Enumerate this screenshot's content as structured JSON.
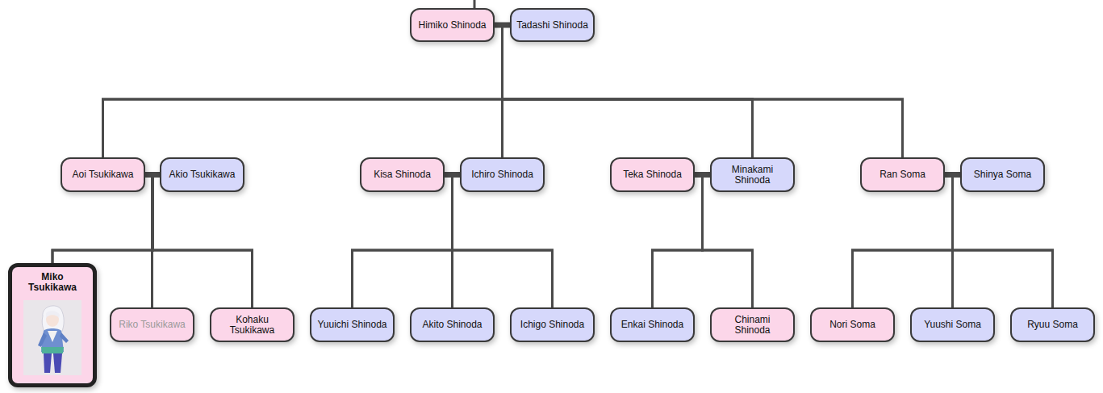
{
  "diagram": {
    "nodes": [
      {
        "text": [
          "Himiko Shinoda"
        ]
      },
      {
        "text": [
          "Tadashi Shinoda"
        ]
      },
      {
        "text": [
          "Aoi Tsukikawa"
        ]
      },
      {
        "text": [
          "Akio Tsukikawa"
        ]
      },
      {
        "text": [
          "Kisa Shinoda"
        ]
      },
      {
        "text": [
          "Ichiro Shinoda"
        ]
      },
      {
        "text": [
          "Teka Shinoda"
        ]
      },
      {
        "text": [
          "Minakami Shinoda"
        ]
      },
      {
        "text": [
          "Ran Soma"
        ]
      },
      {
        "text": [
          "Shinya Soma"
        ]
      },
      {
        "text": [
          "Miko Tsukikawa"
        ]
      },
      {
        "text": [
          "Riko Tsukikawa"
        ]
      },
      {
        "text": [
          "Kohaku Tsukikawa"
        ]
      },
      {
        "text": [
          "Yuuichi Shinoda"
        ]
      },
      {
        "text": [
          "Akito Shinoda"
        ]
      },
      {
        "text": [
          "Ichigo Shinoda"
        ]
      },
      {
        "text": [
          "Enkai Shinoda"
        ]
      },
      {
        "text": [
          "Chinami Shinoda"
        ]
      },
      {
        "text": [
          "Nori Soma"
        ]
      },
      {
        "text": [
          "Yuushi Soma"
        ]
      },
      {
        "text": [
          "Ryuu Soma"
        ]
      }
    ],
    "edges": [
      {
        "from": 0,
        "to": 1,
        "arrow": "none"
      },
      {
        "from": 2,
        "to": 3,
        "arrow": "none"
      },
      {
        "from": 4,
        "to": 5,
        "arrow": "none"
      },
      {
        "from": 6,
        "to": 7,
        "arrow": "none"
      },
      {
        "from": 8,
        "to": 9,
        "arrow": "none"
      },
      {
        "from": 0,
        "to": 2,
        "arrow": "none"
      },
      {
        "from": 1,
        "to": 2,
        "arrow": "none"
      },
      {
        "from": 0,
        "to": 5,
        "arrow": "none"
      },
      {
        "from": 1,
        "to": 5,
        "arrow": "none"
      },
      {
        "from": 0,
        "to": 7,
        "arrow": "none"
      },
      {
        "from": 1,
        "to": 7,
        "arrow": "none"
      },
      {
        "from": 0,
        "to": 8,
        "arrow": "none"
      },
      {
        "from": 1,
        "to": 8,
        "arrow": "none"
      },
      {
        "from": 2,
        "to": 10,
        "arrow": "none"
      },
      {
        "from": 3,
        "to": 10,
        "arrow": "none"
      },
      {
        "from": 2,
        "to": 11,
        "arrow": "none"
      },
      {
        "from": 3,
        "to": 11,
        "arrow": "none"
      },
      {
        "from": 2,
        "to": 12,
        "arrow": "none"
      },
      {
        "from": 3,
        "to": 12,
        "arrow": "none"
      },
      {
        "from": 4,
        "to": 13,
        "arrow": "none"
      },
      {
        "from": 5,
        "to": 13,
        "arrow": "none"
      },
      {
        "from": 4,
        "to": 14,
        "arrow": "none"
      },
      {
        "from": 5,
        "to": 14,
        "arrow": "none"
      },
      {
        "from": 4,
        "to": 15,
        "arrow": "none"
      },
      {
        "from": 5,
        "to": 15,
        "arrow": "none"
      },
      {
        "from": 6,
        "to": 16,
        "arrow": "none"
      },
      {
        "from": 7,
        "to": 16,
        "arrow": "none"
      },
      {
        "from": 6,
        "to": 17,
        "arrow": "none"
      },
      {
        "from": 7,
        "to": 17,
        "arrow": "none"
      },
      {
        "from": 8,
        "to": 18,
        "arrow": "none"
      },
      {
        "from": 9,
        "to": 18,
        "arrow": "none"
      },
      {
        "from": 8,
        "to": 19,
        "arrow": "none"
      },
      {
        "from": 9,
        "to": 19,
        "arrow": "none"
      },
      {
        "from": 8,
        "to": 20,
        "arrow": "none"
      },
      {
        "from": 9,
        "to": 20,
        "arrow": "none"
      }
    ]
  }
}
